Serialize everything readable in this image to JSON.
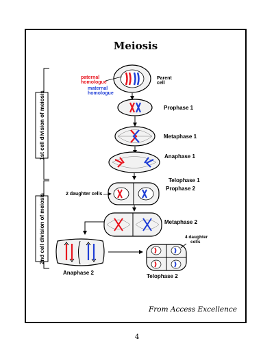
{
  "title": "Meiosis",
  "labels": {
    "paternal": "paternal\nhomologue",
    "maternal": "maternal\nhomologue",
    "parent": "Parent\ncell",
    "prophase1": "Prophase 1",
    "metaphase1": "Metaphase 1",
    "anaphase1": "Anaphase 1",
    "telophase1": "Telophase 1",
    "prophase2": "Prophase 2",
    "daughter2": "2 daughter cells",
    "metaphase2": "Metaphase 2",
    "daughter4": "4 daughter\ncells",
    "anaphase2": "Anaphase 2",
    "telophase2": "Telophase 2"
  },
  "side_labels": {
    "first": "1st cell division of meiosis",
    "second": "2nd cell division of meiosis"
  },
  "credit": "From Access Excellence",
  "page_number": "4",
  "colors": {
    "paternal": "#e8141e",
    "maternal": "#1f3ed6",
    "ink": "#000000"
  }
}
